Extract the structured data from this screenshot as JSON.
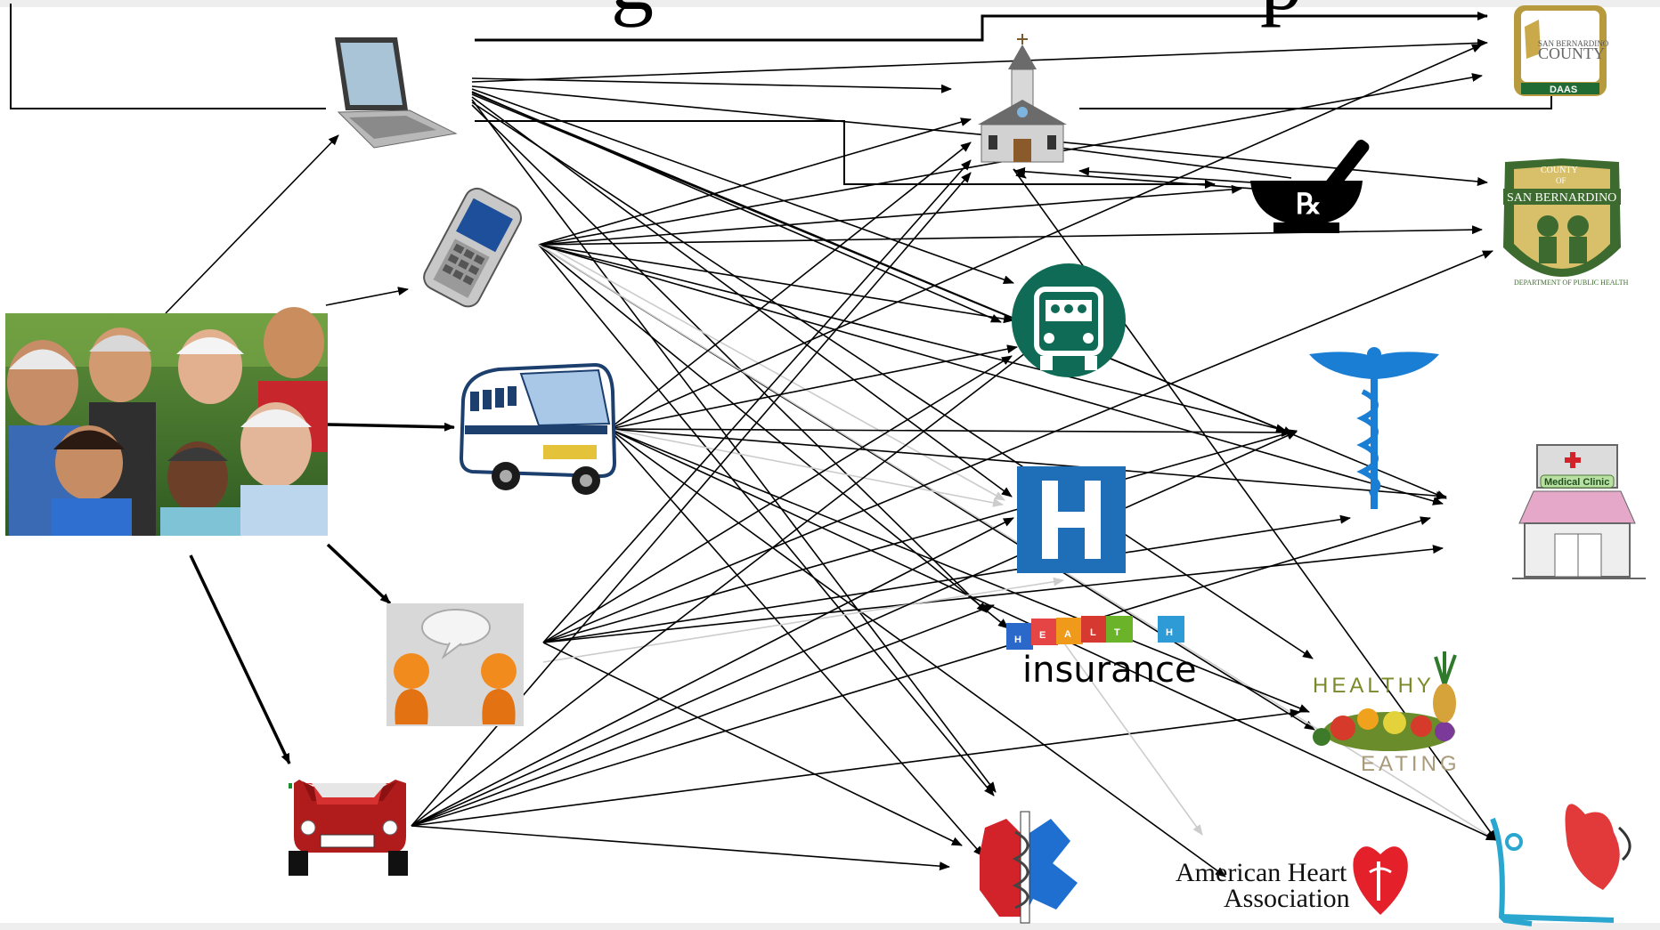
{
  "slide": {
    "title_fragment_left": "g",
    "title_fragment_right": "p"
  },
  "nodes": {
    "seniors_photo": "seniors-group-photo",
    "laptop": "laptop-icon",
    "cellphone": "cellphone-icon",
    "bus": "bus-icon",
    "conversation": "conversation-icon",
    "car": "car-icon",
    "church": "church-icon",
    "transit": "transit-bus-icon",
    "hospital": "hospital-icon",
    "health_insurance": {
      "blocks": [
        "H",
        "E",
        "A",
        "L",
        "T",
        "H"
      ],
      "word": "insurance"
    },
    "ems": "star-of-life-icon",
    "county_daas": {
      "top": "SAN BERNARDINO",
      "main": "COUNTY",
      "bottom": "DAAS"
    },
    "pharmacy": {
      "symbol": "℞"
    },
    "public_health": {
      "line1": "COUNTY",
      "line2": "OF",
      "line3": "SAN BERNARDINO",
      "ring": "DEPARTMENT OF PUBLIC HEALTH"
    },
    "caduceus": "caduceus-icon",
    "medical_clinic": {
      "sign": "Medical Clinic"
    },
    "healthy_eating": {
      "top": "HEALTHY",
      "bottom": "EATING"
    },
    "aha": {
      "line1": "American Heart",
      "line2": "Association"
    },
    "fitness_heart": "fitness-heart-icon"
  },
  "colors": {
    "arrow": "#000000",
    "arrow_light": "#cccccc",
    "transit_green": "#0f6b55",
    "hospital_blue": "#1e6fb8",
    "ems_red": "#d2232a",
    "ems_blue": "#1f6fd0",
    "aha_red": "#e4202a",
    "county_gold": "#b89a3e",
    "public_health_green": "#3d6b2f",
    "caduceus_blue": "#1a7fd4"
  }
}
